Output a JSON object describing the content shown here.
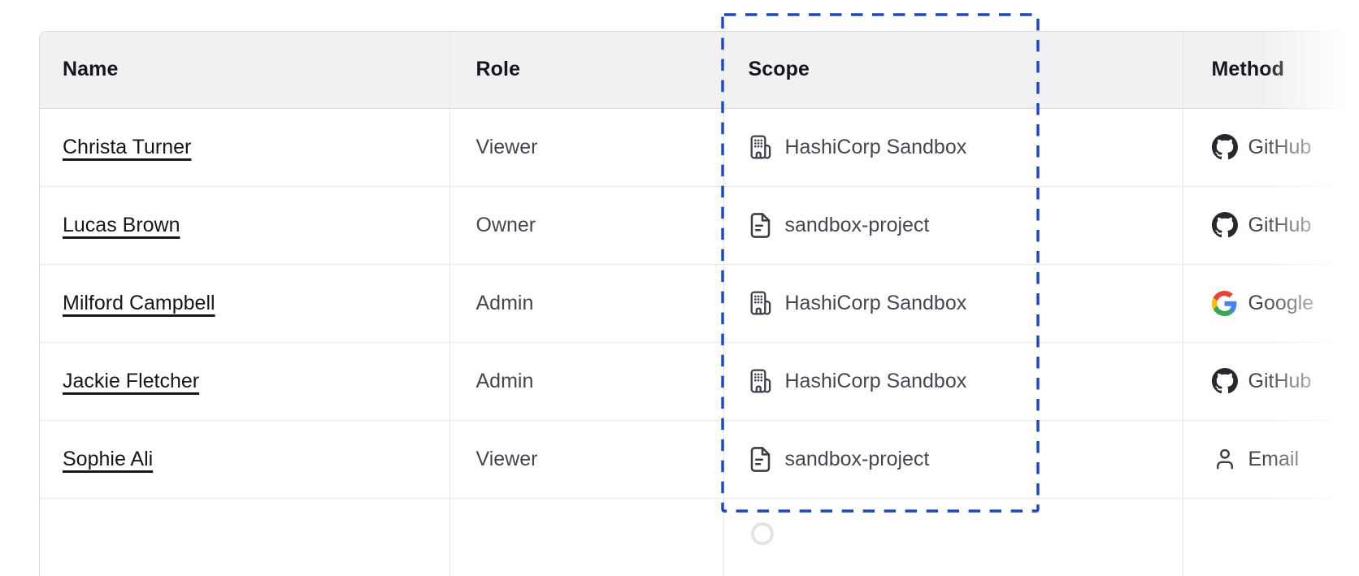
{
  "table": {
    "columns": [
      {
        "id": "name",
        "label": "Name"
      },
      {
        "id": "role",
        "label": "Role"
      },
      {
        "id": "scope",
        "label": "Scope"
      },
      {
        "id": "method",
        "label": "Method"
      }
    ],
    "rows": [
      {
        "name": "Christa Turner",
        "role": "Viewer",
        "scope": "HashiCorp Sandbox",
        "scope_icon": "org",
        "method": "GitHub",
        "method_icon": "github"
      },
      {
        "name": "Lucas Brown",
        "role": "Owner",
        "scope": "sandbox-project",
        "scope_icon": "file",
        "method": "GitHub",
        "method_icon": "github"
      },
      {
        "name": "Milford Campbell",
        "role": "Admin",
        "scope": "HashiCorp Sandbox",
        "scope_icon": "org",
        "method": "Google",
        "method_icon": "google"
      },
      {
        "name": "Jackie Fletcher",
        "role": "Admin",
        "scope": "HashiCorp Sandbox",
        "scope_icon": "org",
        "method": "GitHub",
        "method_icon": "github"
      },
      {
        "name": "Sophie Ali",
        "role": "Viewer",
        "scope": "sandbox-project",
        "scope_icon": "file",
        "method": "Email",
        "method_icon": "email"
      }
    ]
  },
  "annotation": {
    "target": "scope-column",
    "style": "dashed-rectangle",
    "color": "#1845d1"
  },
  "colors": {
    "header_bg": "#f1f1f3",
    "outer_border": "#d7d8db",
    "row_border": "#e9e9eb",
    "text_primary": "#15171c",
    "text_secondary": "#44474e",
    "icon": "#3a3e45",
    "github_mark": "#24292f"
  }
}
